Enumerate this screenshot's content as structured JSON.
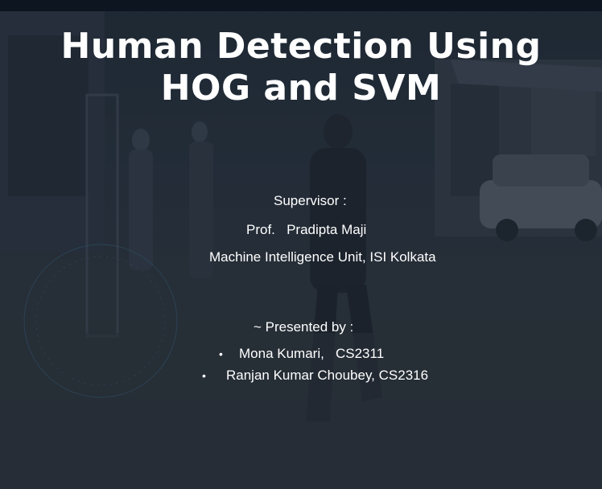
{
  "slide": {
    "title_line1": "Human Detection Using",
    "title_line2": "HOG and SVM",
    "supervisor_label": "Supervisor :",
    "supervisor_name": "Prof.   Pradipta Maji",
    "supervisor_unit": "Machine Intelligence Unit, ISI Kolkata",
    "presented_by_label": "~ Presented by :",
    "presenters": [
      "Mona Kumari,   CS2311",
      "Ranjan Kumar Choubey, CS2316"
    ],
    "bullet_symbol": "•"
  },
  "colors": {
    "text": "#ffffff",
    "background": "#27313c",
    "top_strip": "#0d1620"
  }
}
